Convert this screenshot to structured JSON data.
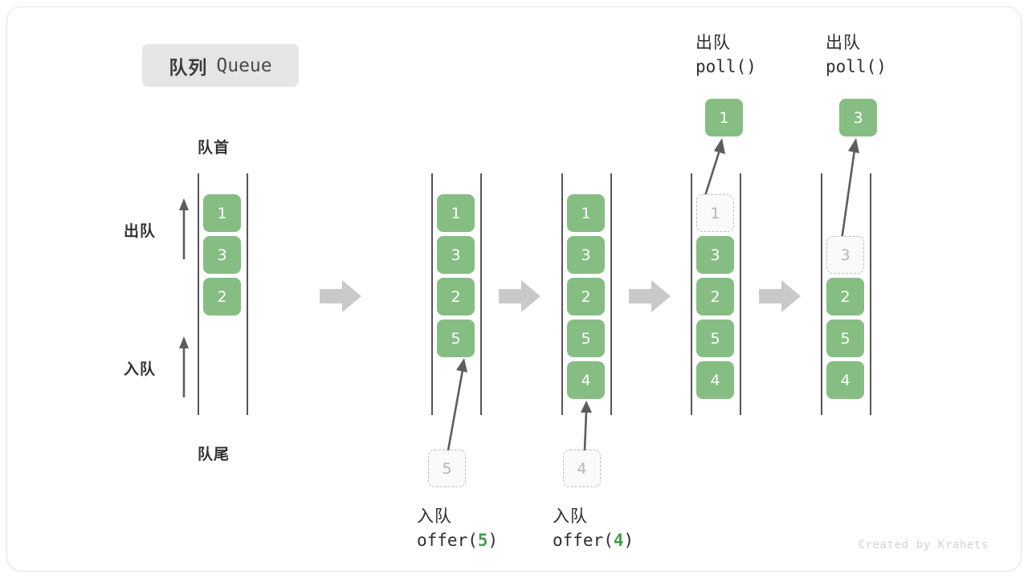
{
  "title": {
    "cn": "队列",
    "en": "Queue"
  },
  "labels": {
    "head": "队首",
    "tail": "队尾",
    "dequeue": "出队",
    "enqueue": "入队"
  },
  "watermark": "Created by Krahets",
  "colors": {
    "element": "#86bd83",
    "ghost_border": "#c0c0c0",
    "ghost_text": "#b5b5b5",
    "rail": "#555555",
    "flow_arrow": "#c9c9c9",
    "accent_number": "#4c9a4c",
    "badge_bg": "#e5e5e5",
    "text": "#333333"
  },
  "stages": [
    {
      "name": "initial",
      "cells": [
        "1",
        "3",
        "2"
      ],
      "ghost_index": -1,
      "empty_top_rows": 0
    },
    {
      "name": "after-offer-5",
      "cells": [
        "1",
        "3",
        "2",
        "5"
      ],
      "ghost_index": -1,
      "empty_top_rows": 0
    },
    {
      "name": "after-offer-4",
      "cells": [
        "1",
        "3",
        "2",
        "5",
        "4"
      ],
      "ghost_index": -1,
      "empty_top_rows": 0
    },
    {
      "name": "polling-1",
      "cells": [
        "1",
        "3",
        "2",
        "5",
        "4"
      ],
      "ghost_index": 0,
      "empty_top_rows": 0
    },
    {
      "name": "polling-3",
      "cells": [
        "3",
        "2",
        "5",
        "4"
      ],
      "ghost_index": 0,
      "empty_top_rows": 1
    }
  ],
  "operations": {
    "offer_5": {
      "cn": "入队",
      "code_prefix": "offer(",
      "code_value": "5",
      "code_suffix": ")",
      "ghost_value": "5"
    },
    "offer_4": {
      "cn": "入队",
      "code_prefix": "offer(",
      "code_value": "4",
      "code_suffix": ")",
      "ghost_value": "4"
    },
    "poll_1": {
      "cn": "出队",
      "code": "poll()",
      "result": "1"
    },
    "poll_3": {
      "cn": "出队",
      "code": "poll()",
      "result": "3"
    }
  }
}
